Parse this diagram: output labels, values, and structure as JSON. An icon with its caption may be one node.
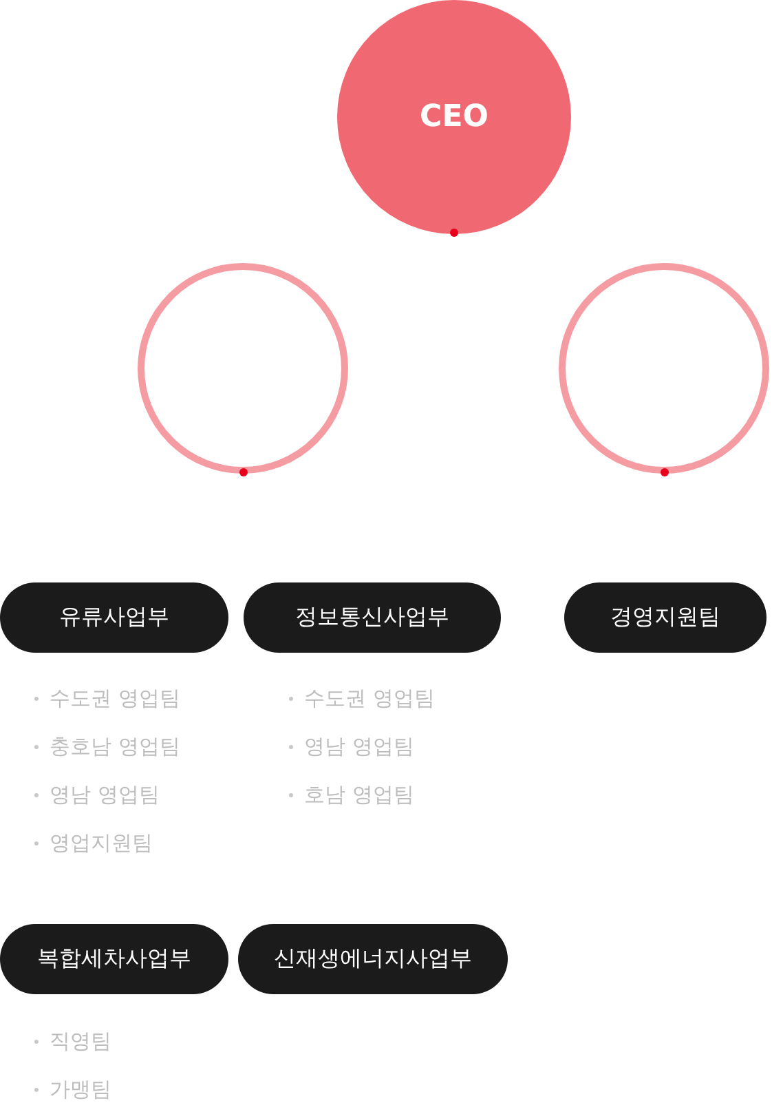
{
  "diagram": {
    "nodes": [
      {
        "text": [
          "CEO"
        ]
      },
      {
        "text": [],
        "shape": "circle"
      },
      {
        "text": [],
        "shape": "circle"
      },
      {
        "text": [
          "유류사업부"
        ],
        "beside": [
          "수도권 영업팀",
          "충호남 영업팀",
          "영남 영업팀",
          "영업지원팀"
        ]
      },
      {
        "text": [
          "정보통신사업부"
        ],
        "beside": [
          "수도권 영업팀",
          "영남 영업팀",
          "호남 영업팀"
        ]
      },
      {
        "text": [
          "경영지원팀"
        ]
      },
      {
        "text": [
          "복합세차사업부"
        ],
        "beside": [
          "직영팀",
          "가맹팀"
        ]
      },
      {
        "text": [
          "신재생에너지사업부"
        ]
      }
    ]
  }
}
